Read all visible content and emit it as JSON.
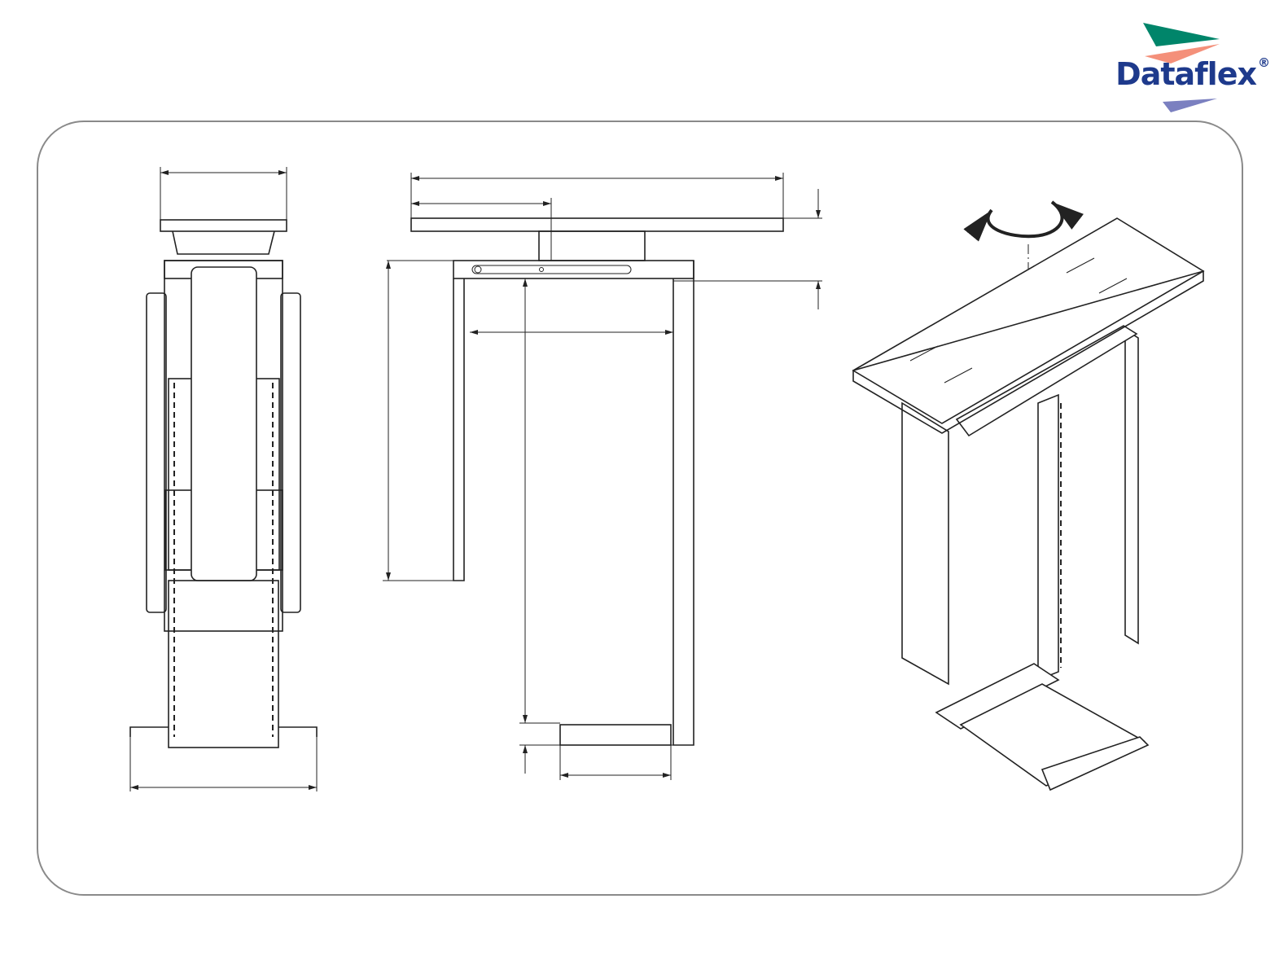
{
  "brand": {
    "name": "Dataflex",
    "registered_mark": "®",
    "colors": {
      "text": "#1e3a8c",
      "stripe_top": "#00856a",
      "stripe_middle": "#f4907a",
      "stripe_bottom": "#7b80c0",
      "frame": "#8a8a8a",
      "line": "#222222"
    }
  },
  "drawing": {
    "views": [
      "front-view",
      "side-view",
      "isometric-view"
    ],
    "icons": [
      "rotation-arrow-icon"
    ]
  }
}
